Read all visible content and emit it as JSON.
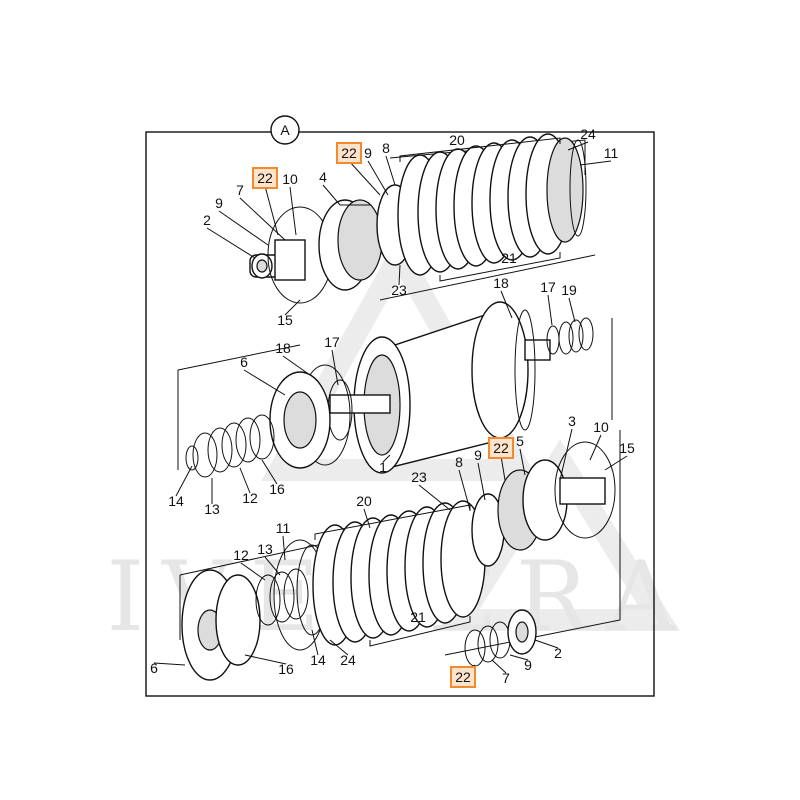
{
  "section_marker": "A",
  "watermark": "IVERERA",
  "highlight_color": "#f28a2e",
  "callouts": {
    "top": [
      "22",
      "7",
      "10",
      "9",
      "2",
      "4",
      "15",
      "22",
      "9",
      "8",
      "20",
      "24",
      "11",
      "21",
      "23"
    ],
    "middle": [
      "18",
      "17",
      "19",
      "6",
      "18",
      "17",
      "1",
      "14",
      "13",
      "12",
      "16"
    ],
    "bottom": [
      "3",
      "10",
      "15",
      "8",
      "9",
      "22",
      "5",
      "23",
      "20",
      "11",
      "12",
      "13",
      "21",
      "6",
      "16",
      "14",
      "24",
      "22",
      "7",
      "9",
      "2"
    ]
  }
}
